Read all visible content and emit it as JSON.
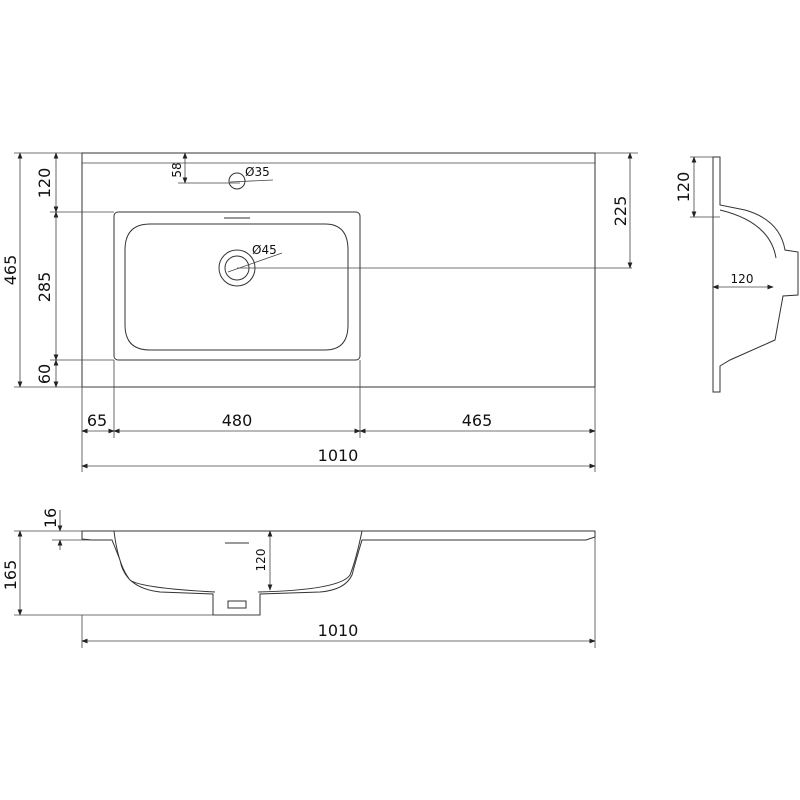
{
  "plan_view": {
    "dim_total_depth": "465",
    "dim_top_margin": "120",
    "dim_bowl_depth": "285",
    "dim_front_margin": "60",
    "dim_tap_hole_offset": "58",
    "tap_hole_diameter": "Ø35",
    "drain_diameter": "Ø45",
    "dim_drain_from_back": "225",
    "dim_left_margin": "65",
    "dim_bowl_width": "480",
    "dim_right_deck": "465",
    "dim_total_width": "1010"
  },
  "side_section": {
    "dim_top": "120",
    "dim_depth": "120"
  },
  "front_section": {
    "dim_deck_thickness": "16",
    "dim_total_height": "165",
    "dim_bowl_depth": "120",
    "dim_total_width": "1010"
  }
}
